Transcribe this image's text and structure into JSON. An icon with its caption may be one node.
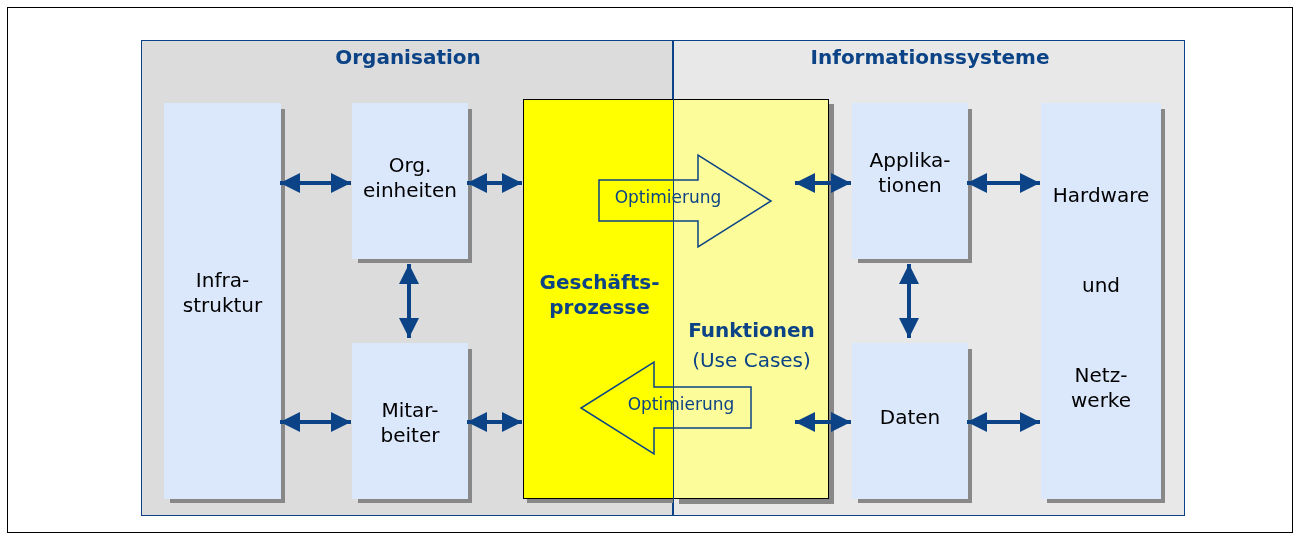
{
  "diagram": {
    "nodes": [
      {
        "text": [
          "Organisation"
        ]
      },
      {
        "text": [
          "Informationssysteme"
        ]
      },
      {
        "text": [
          "Infra- struktur"
        ],
        "in": 0
      },
      {
        "text": [
          "Org. einheiten"
        ],
        "in": 0
      },
      {
        "text": [
          "Mitar- beiter"
        ],
        "in": 0
      },
      {
        "text": [
          "Geschäfts- prozesse"
        ],
        "in": 0
      },
      {
        "text": [
          "Funktionen",
          "(Use Cases)"
        ],
        "in": 1
      },
      {
        "text": [
          "Applika- tionen"
        ],
        "in": 1
      },
      {
        "text": [
          "Daten"
        ],
        "in": 1
      },
      {
        "text": [
          "Hardware",
          "und",
          "Netz- werke"
        ],
        "in": 1
      },
      {
        "text": [
          "Optimierung"
        ]
      },
      {
        "text": [
          "Optimierung"
        ]
      }
    ],
    "edges": [
      {
        "from": 2,
        "to": 3,
        "arrow": "both"
      },
      {
        "from": 3,
        "to": 5,
        "arrow": "both"
      },
      {
        "from": 3,
        "to": 4,
        "arrow": "both"
      },
      {
        "from": 2,
        "to": 4,
        "arrow": "both"
      },
      {
        "from": 4,
        "to": 5,
        "arrow": "both"
      },
      {
        "from": 6,
        "to": 7,
        "arrow": "both"
      },
      {
        "from": 7,
        "to": 9,
        "arrow": "both"
      },
      {
        "from": 7,
        "to": 8,
        "arrow": "both"
      },
      {
        "from": 6,
        "to": 8,
        "arrow": "both"
      },
      {
        "from": 8,
        "to": 9,
        "arrow": "both"
      }
    ]
  }
}
